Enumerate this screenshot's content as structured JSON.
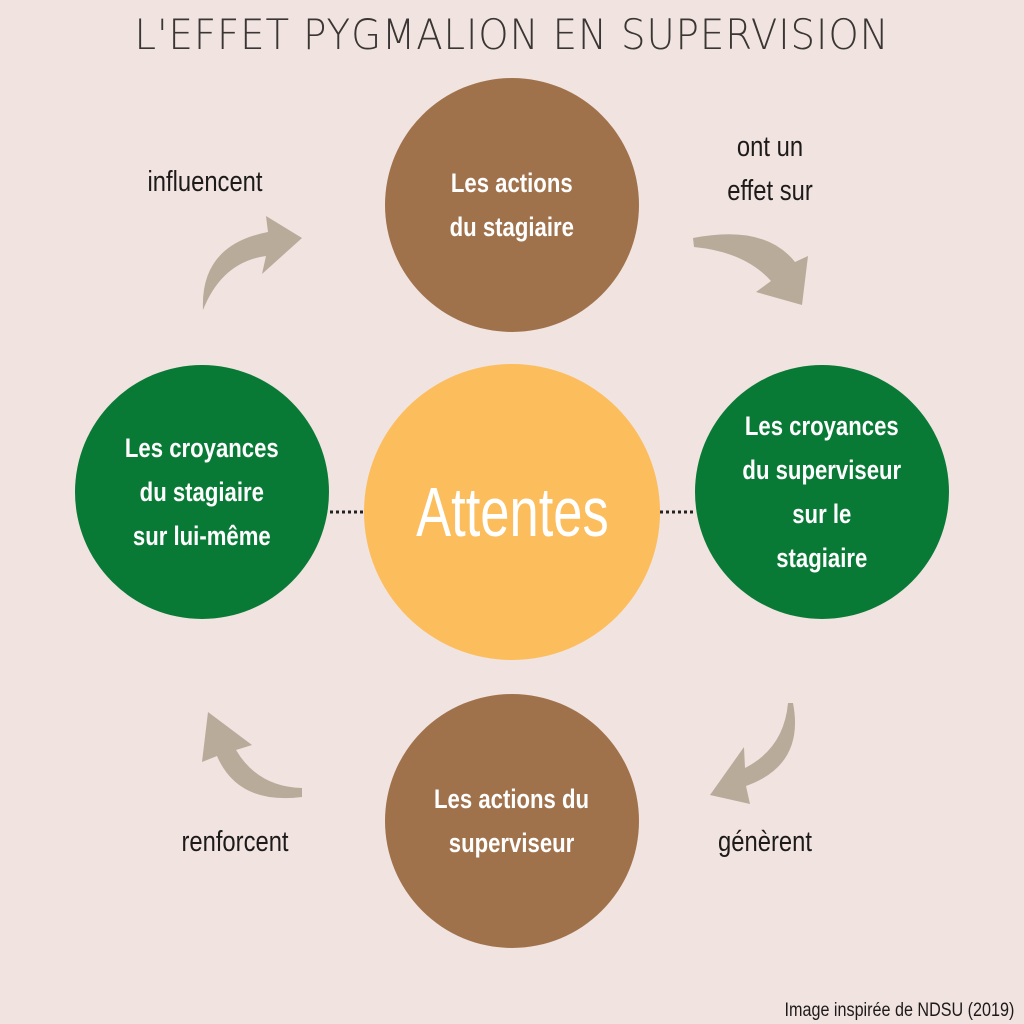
{
  "title": "L'EFFET PYGMALION EN SUPERVISION",
  "center": "Attentes",
  "nodes": {
    "top": "Les actions\ndu stagiaire",
    "right": "Les croyances\ndu superviseur\nsur le\nstagiaire",
    "bottom": "Les actions du\nsuperviseur",
    "left": "Les croyances\ndu stagiaire\nsur lui-même"
  },
  "edges": {
    "top_right": "ont un\neffet sur",
    "bottom_right": "génèrent",
    "bottom_left": "renforcent",
    "top_left": "influencent"
  },
  "credit": "Image inspirée de NDSU (2019)",
  "colors": {
    "background": "#f1e3e0",
    "actions": "#a0724c",
    "beliefs": "#087a35",
    "center": "#fcbd5c",
    "arrow": "#b8ab9a"
  }
}
